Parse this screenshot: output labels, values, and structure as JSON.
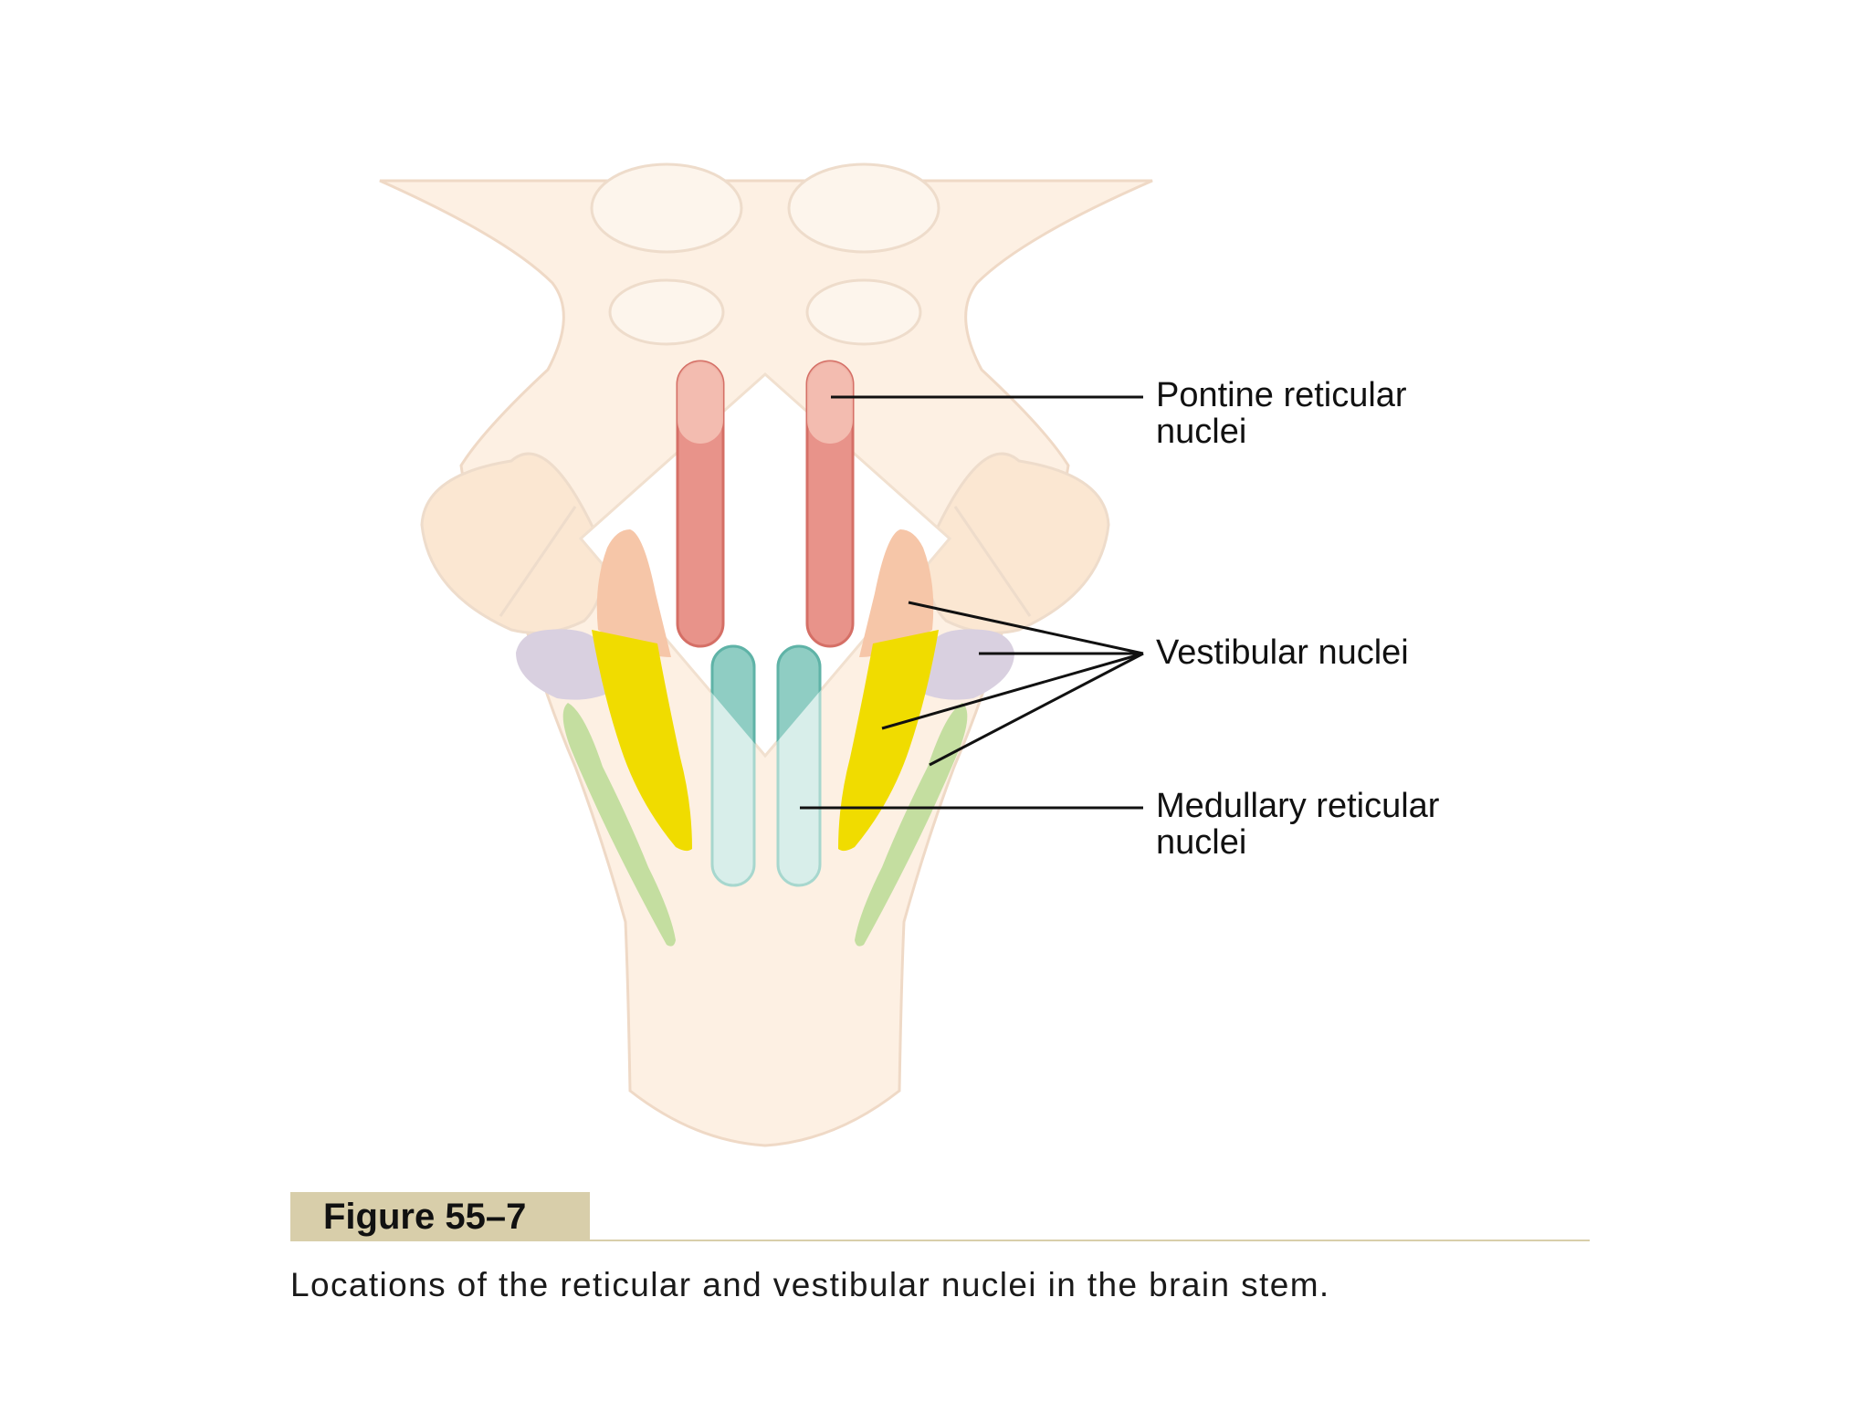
{
  "labels": {
    "pontine": [
      "Pontine reticular",
      "nuclei"
    ],
    "vestibular": "Vestibular nuclei",
    "medullary": [
      "Medullary reticular",
      "nuclei"
    ]
  },
  "figure": {
    "number": "Figure 55–7",
    "caption": "Locations of the reticular and vestibular nuclei in the brain stem."
  },
  "colors": {
    "brainstem_fill": "#fdf0e3",
    "brainstem_outline": "#efd9c6",
    "pontine_reticular": "#e8938a",
    "medullary_reticular": "#8fcdc3",
    "vestibular_peach": "#f6c6a8",
    "vestibular_lavender": "#d9d0e0",
    "vestibular_yellow": "#f0dc00",
    "vestibular_green": "#c4dea0",
    "figure_tab": "#d8ceaa"
  }
}
